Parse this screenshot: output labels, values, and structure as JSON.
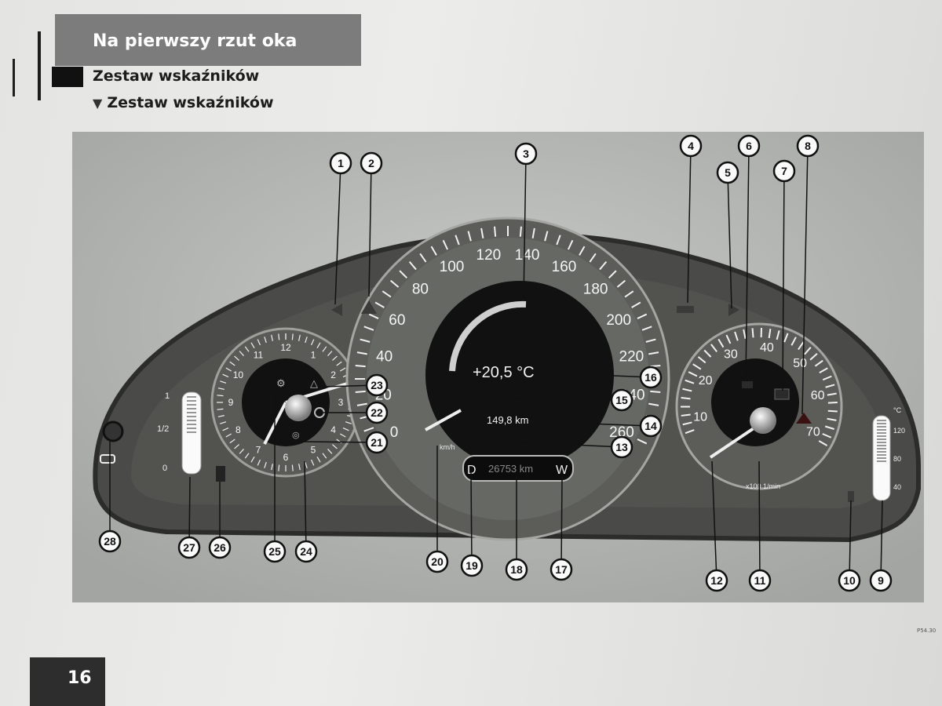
{
  "header": {
    "section_title": "Na pierwszy rzut oka",
    "subsection": "Zestaw wskaźników",
    "figure_caption": "Zestaw wskaźników"
  },
  "page_number": "16",
  "figure_code": "P54.30",
  "cluster": {
    "speedometer": {
      "labels": [
        "0",
        "20",
        "40",
        "60",
        "80",
        "100",
        "120",
        "140",
        "160",
        "180",
        "200",
        "220",
        "240",
        "260"
      ],
      "unit": "km/h",
      "temperature": "+20,5 °C",
      "trip": "149,8 km",
      "gear_left": "D",
      "odometer": "26753 km",
      "gear_right": "W"
    },
    "clock": {
      "labels": [
        "12",
        "1",
        "2",
        "3",
        "4",
        "5",
        "6",
        "7",
        "8",
        "9",
        "10",
        "11"
      ]
    },
    "tachometer": {
      "labels": [
        "10",
        "20",
        "30",
        "40",
        "50",
        "60",
        "70"
      ],
      "unit": "x100 1/min"
    },
    "fuel_gauge": {
      "labels": [
        "1",
        "1/2",
        "0"
      ]
    },
    "coolant_gauge": {
      "labels": [
        "°C",
        "120",
        "80",
        "40"
      ]
    }
  },
  "callouts": [
    "1",
    "2",
    "3",
    "4",
    "5",
    "6",
    "7",
    "8",
    "9",
    "10",
    "11",
    "12",
    "13",
    "14",
    "15",
    "16",
    "17",
    "18",
    "19",
    "20",
    "21",
    "22",
    "23",
    "24",
    "25",
    "26",
    "27",
    "28"
  ],
  "colors": {
    "section_bar": "#7c7c7c",
    "dash_body": "#4d4e4b",
    "gauge_face": "#111111"
  }
}
